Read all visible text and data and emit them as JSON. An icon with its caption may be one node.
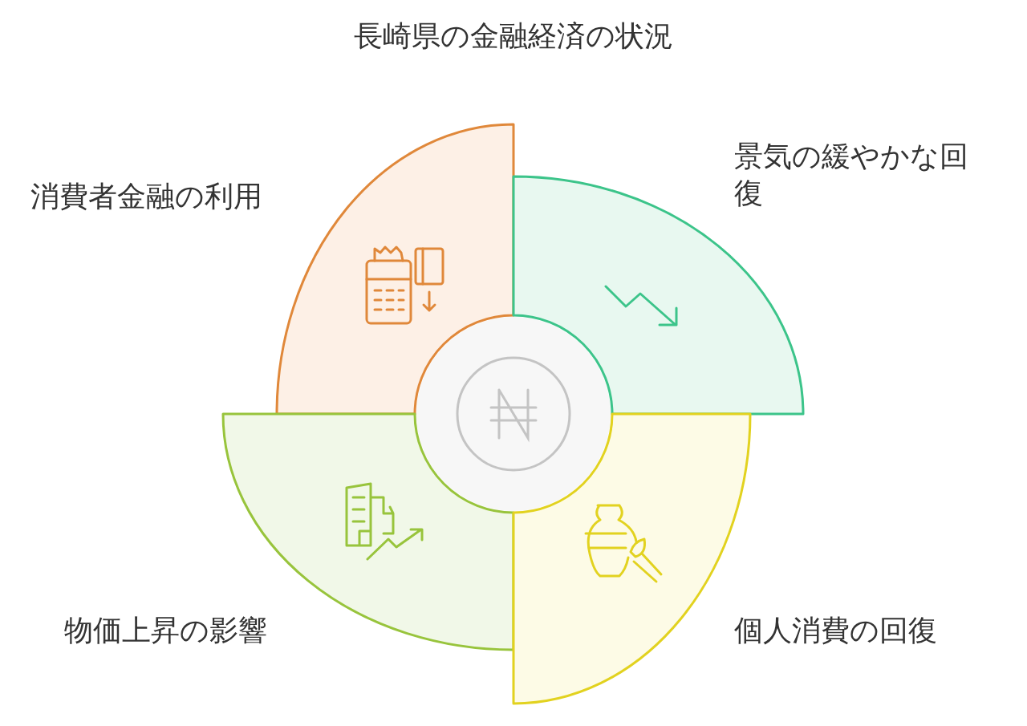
{
  "diagram": {
    "title": "長崎県の金融経済の状況",
    "nodes": [
      {
        "text": [],
        "shape": "circle"
      },
      {
        "text": [
          "消費者金融の利用"
        ]
      },
      {
        "text": [
          "景気の緩やかな回復"
        ]
      },
      {
        "text": [
          "物価上昇の影響"
        ]
      },
      {
        "text": [
          "個人消費の回復"
        ]
      }
    ]
  }
}
